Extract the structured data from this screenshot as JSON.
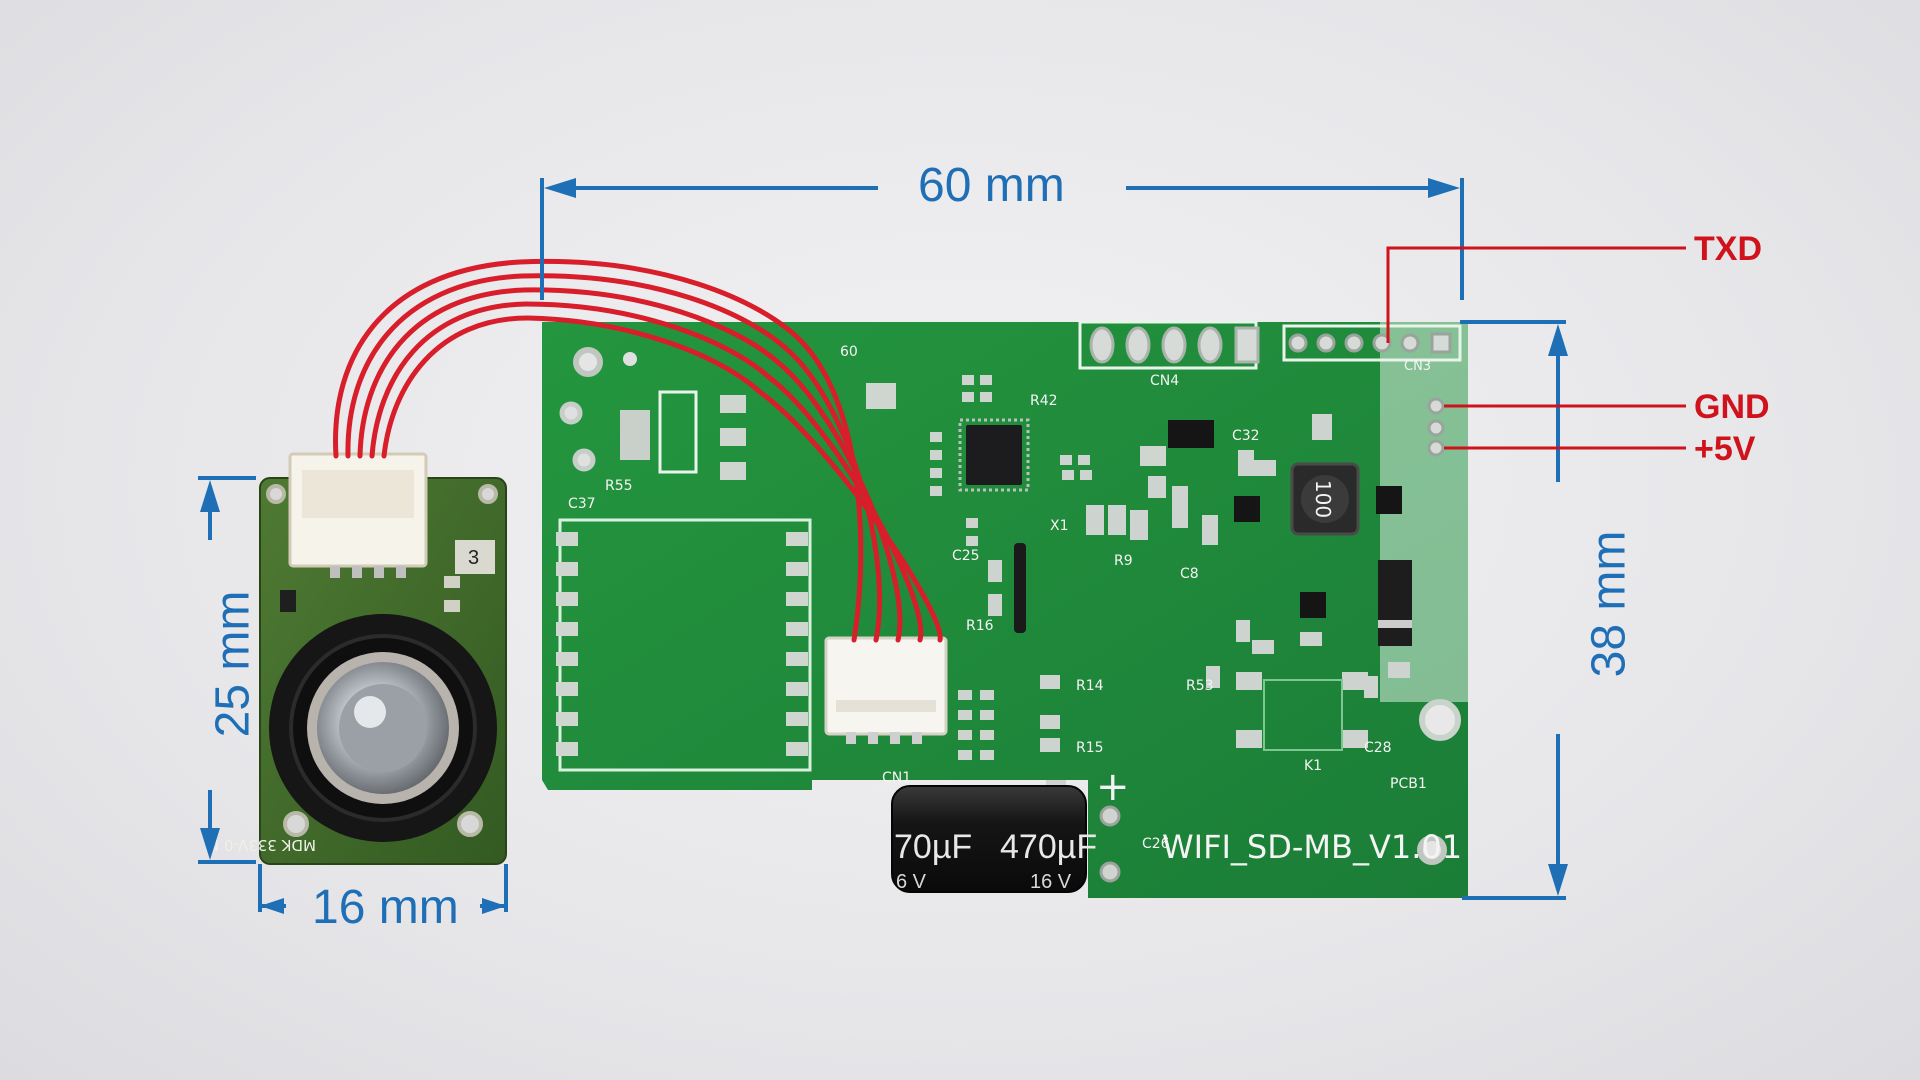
{
  "dimensions": {
    "main_width": "60 mm",
    "main_height": "38 mm",
    "sensor_height": "25 mm",
    "sensor_width": "16 mm"
  },
  "pins": {
    "txd": "TXD",
    "gnd": "GND",
    "vcc": "+5V"
  },
  "board": {
    "name": "WIFI_SD-MB_V1.01",
    "capacitor_label": "470µF",
    "capacitor_voltage": "16 V",
    "capacitor_label_partial": "70µF",
    "capacitor_voltage_partial": "6 V"
  },
  "sensor_board": {
    "marking": "MDK   333V-0 M",
    "number": "3"
  },
  "colors": {
    "dimension_lines": "#1f6fb6",
    "pin_lines": "#d0121c",
    "main_pcb": "#1f8a3c",
    "sensor_pcb": "#3f6a2a",
    "wires": "#d81e2a"
  }
}
